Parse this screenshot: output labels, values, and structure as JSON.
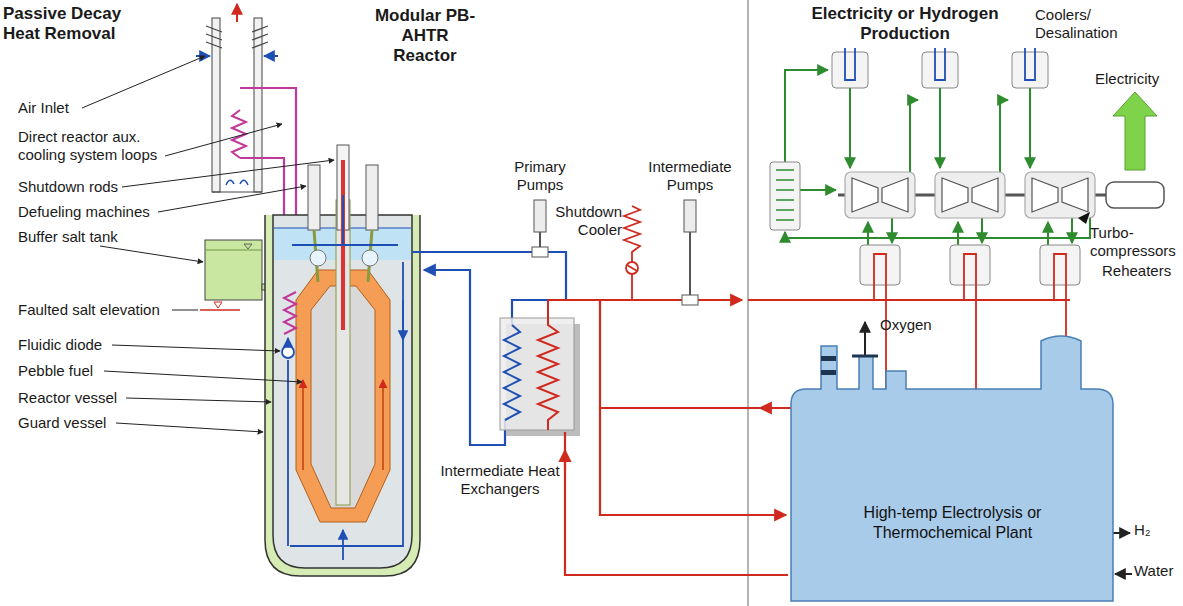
{
  "diagram": {
    "nodes": [
      {
        "text": [
          "High-temp Electrolysis or Thermochemical Plant"
        ]
      }
    ],
    "labels": [
      "Passive Decay Heat Removal",
      "Modular PB-AHTR Reactor",
      "Electricity or Hydrogen Production",
      "Air Inlet",
      "Direct reactor aux. cooling system loops",
      "Shutdown rods",
      "Defueling machines",
      "Buffer salt tank",
      "Faulted salt elevation",
      "Fluidic diode",
      "Pebble fuel",
      "Reactor vessel",
      "Guard vessel",
      "Primary Pumps",
      "Intermediate Pumps",
      "Shutdown Cooler",
      "Intermediate Heat Exchangers",
      "Coolers/ Desalination",
      "Electricity",
      "Turbo-compressors",
      "Reheaters",
      "Oxygen",
      "H₂",
      "Water"
    ]
  }
}
